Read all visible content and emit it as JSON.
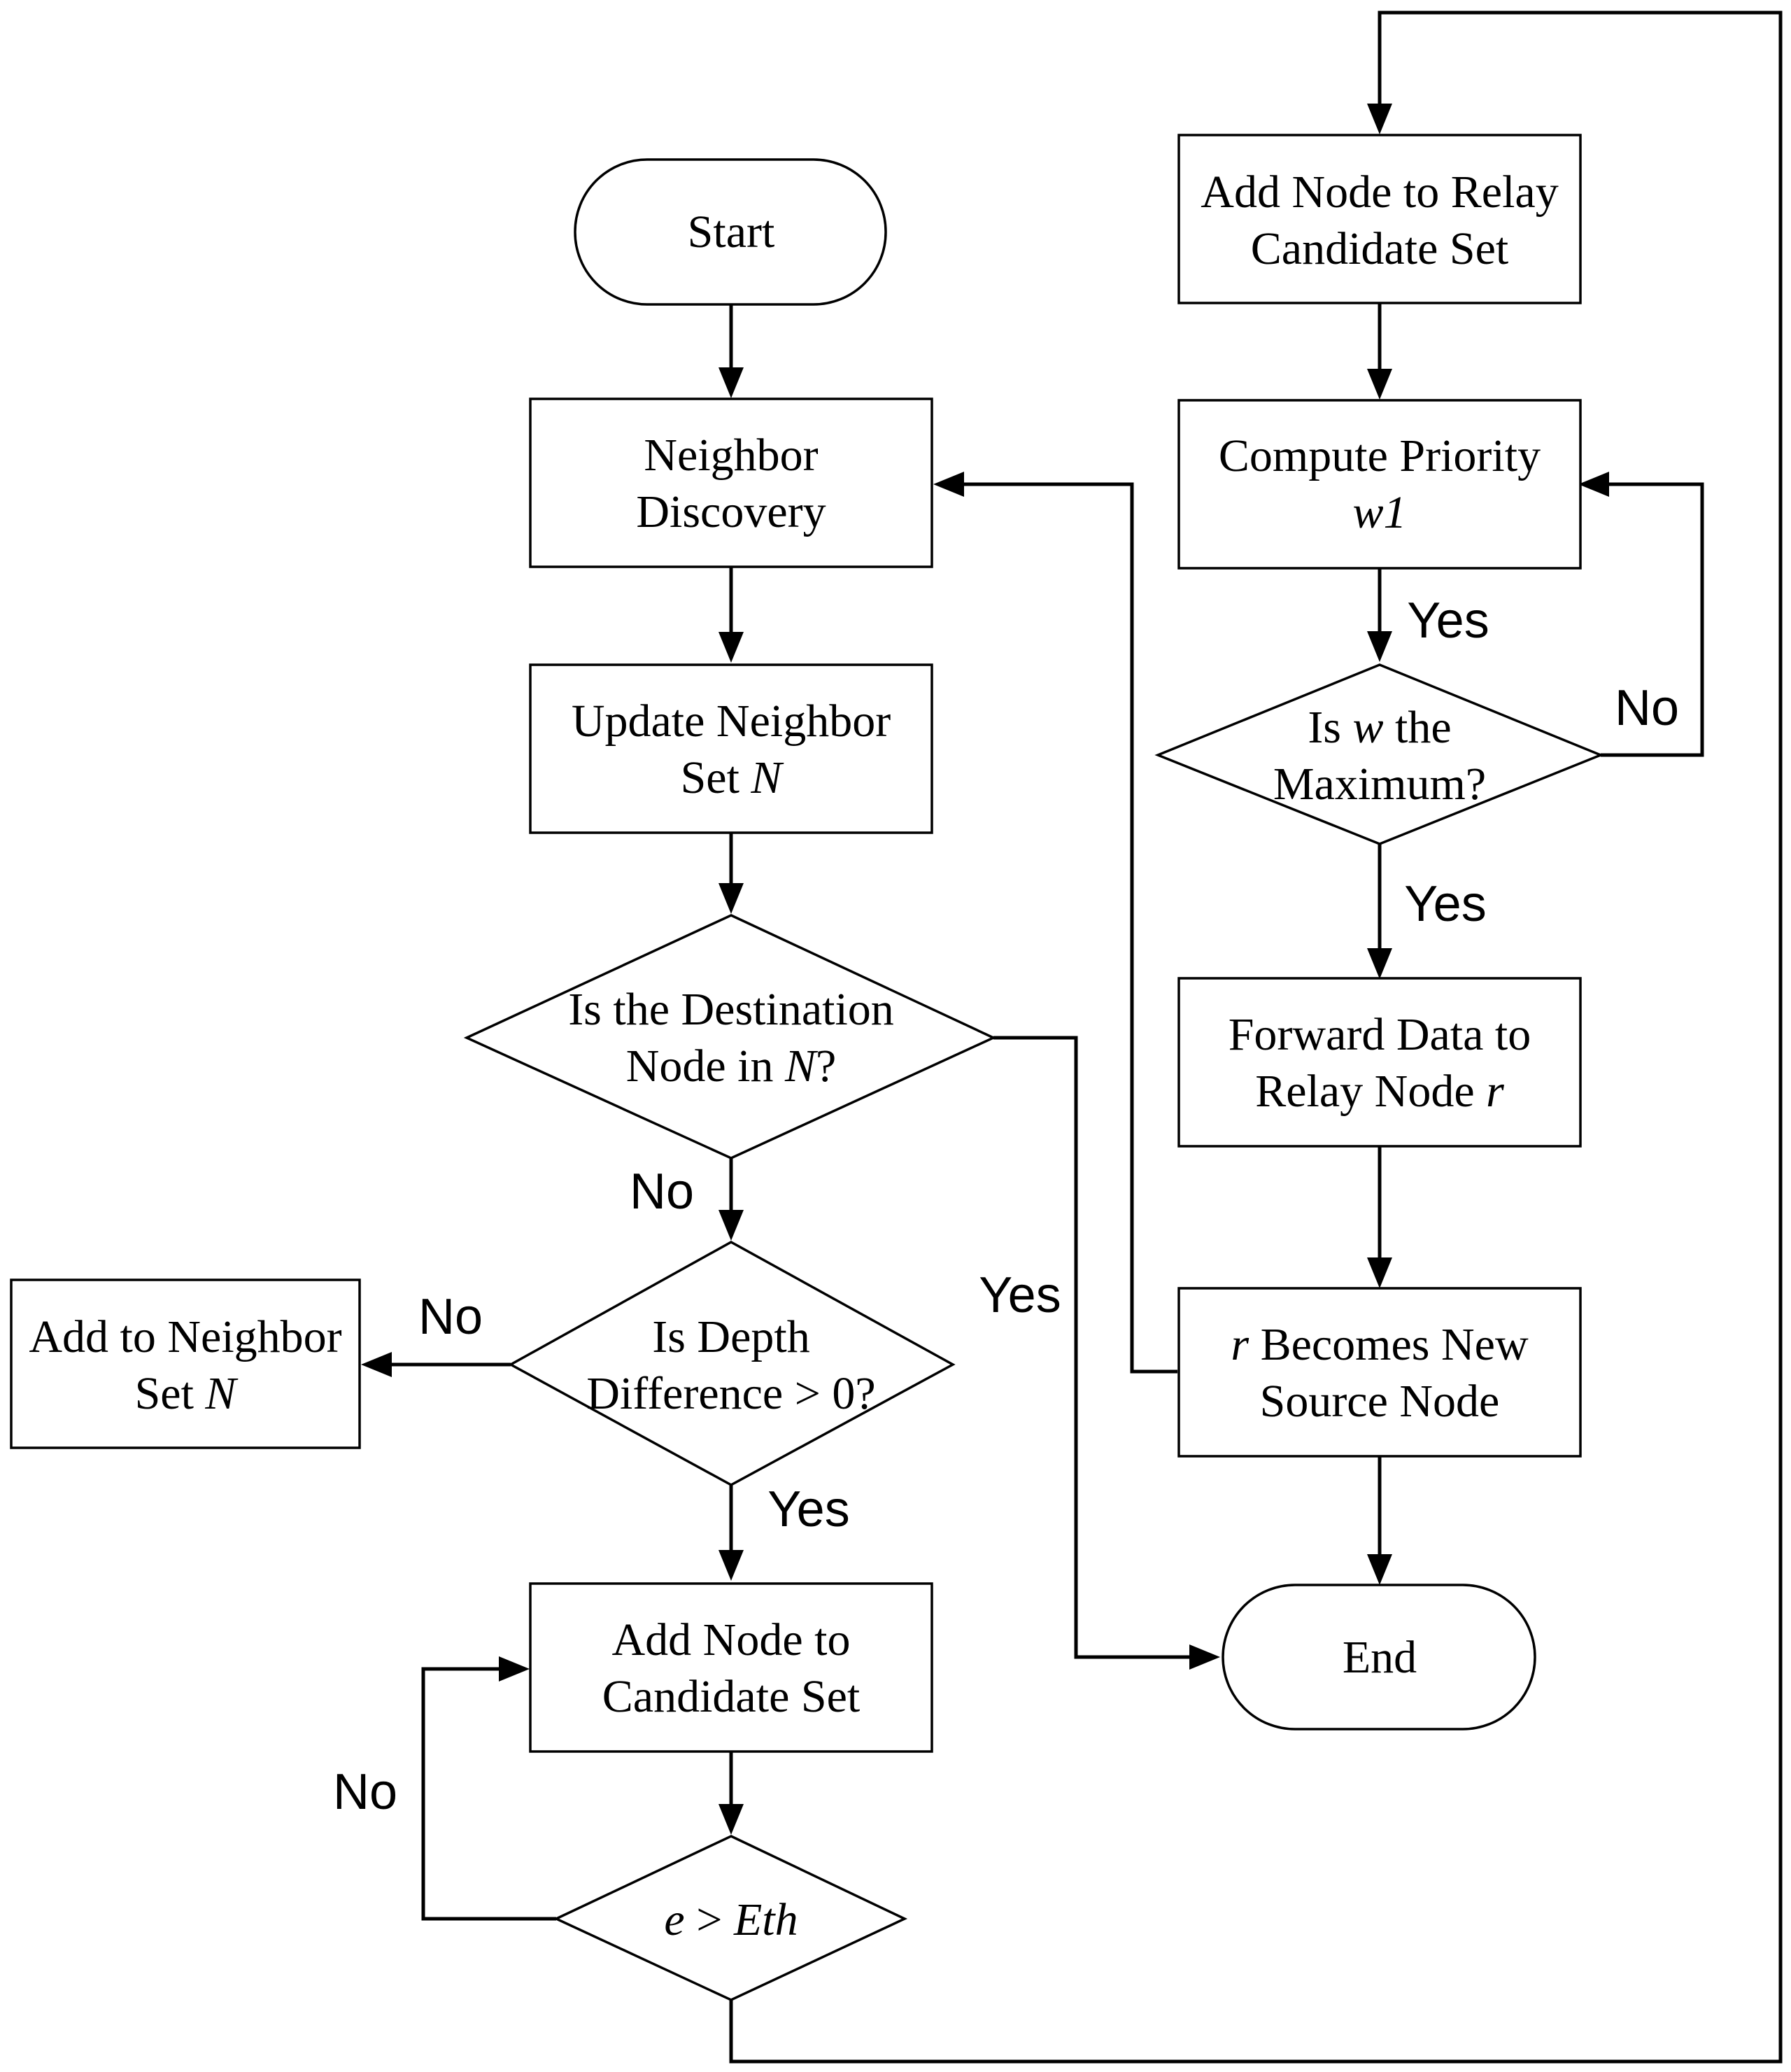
{
  "nodes": {
    "start": {
      "text": "Start"
    },
    "neighbor_discovery": {
      "line1": "Neighbor",
      "line2": "Discovery"
    },
    "update_neighbor": {
      "line1": "Update Neighbor",
      "line2_pre": "Set ",
      "line2_var": "N"
    },
    "dest_in_n": {
      "line1": "Is the Destination",
      "line2_pre": "Node in ",
      "line2_var": "N",
      "line2_post": "?"
    },
    "depth_diff": {
      "line1": "Is Depth",
      "line2": "Difference > 0?"
    },
    "add_neighbor_set": {
      "line1": "Add to Neighbor",
      "line2_pre": "Set ",
      "line2_var": "N"
    },
    "add_candidate": {
      "line1": "Add Node to",
      "line2": "Candidate Set"
    },
    "energy_check": {
      "var1": "e",
      "op": " > ",
      "var2": "Eth"
    },
    "add_relay_candidate": {
      "line1": "Add Node to Relay",
      "line2": "Candidate Set"
    },
    "compute_priority": {
      "line1": "Compute Priority",
      "line2_var": "w1"
    },
    "w_max": {
      "line1_pre": "Is ",
      "line1_var": "w",
      "line1_post": " the",
      "line2": "Maximum?"
    },
    "forward_data": {
      "line1": "Forward Data to",
      "line2_pre": "Relay Node ",
      "line2_var": "r"
    },
    "new_source": {
      "line1_var": "r",
      "line1_post": " Becomes New",
      "line2": "Source Node"
    },
    "end": {
      "text": "End"
    }
  },
  "edge_labels": {
    "dest_no": "No",
    "dest_yes": "Yes",
    "depth_no": "No",
    "depth_yes": "Yes",
    "energy_no": "No",
    "priority_yes": "Yes",
    "wmax_no": "No",
    "wmax_yes": "Yes"
  }
}
